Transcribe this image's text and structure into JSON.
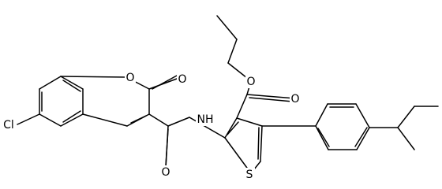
{
  "molecule": {
    "atoms": {
      "chlorine": "Cl",
      "coumarin_ring_oxygen": "O",
      "coumarin_carbonyl_oxygen": "O",
      "amide_nitrogen": "NH",
      "amide_oxygen": "O",
      "ester_alkoxy_oxygen": "O",
      "ester_carbonyl_oxygen": "O",
      "thiophene_sulfur": "S"
    }
  }
}
